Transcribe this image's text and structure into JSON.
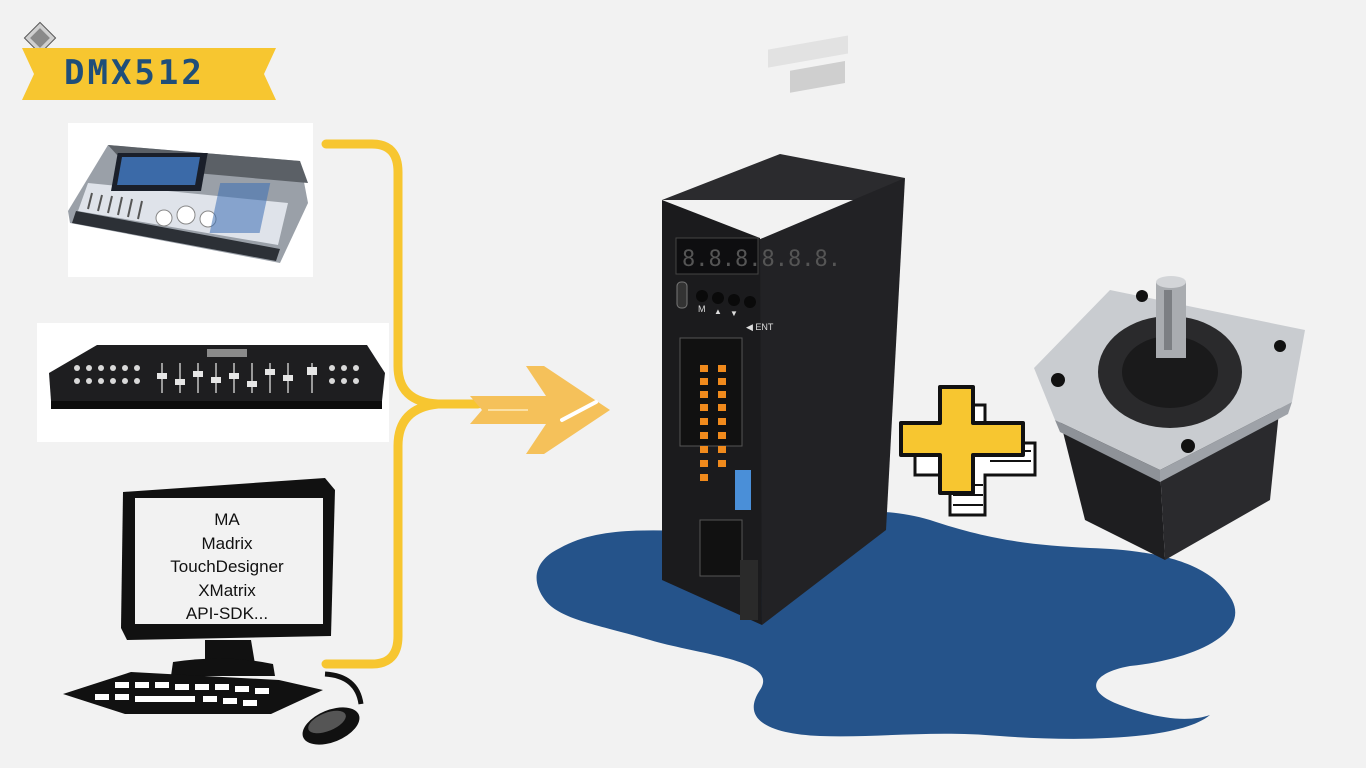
{
  "badge": {
    "label": "DMX512"
  },
  "sources": {
    "console": {
      "name": "lighting-console"
    },
    "controller": {
      "name": "dmx-controller"
    },
    "computer": {
      "software": [
        "MA",
        "Madrix",
        "TouchDesigner",
        "XMatrix",
        "API-SDK..."
      ]
    }
  },
  "driver": {
    "display": "8.8.8.8.8.8.",
    "buttons": [
      "M",
      "▲",
      "▼",
      "◀ ENT"
    ]
  },
  "colors": {
    "background": "#f2f2f2",
    "accent_yellow": "#f7c630",
    "arrow_orange": "#f5c15a",
    "badge_blue": "#1f4e79",
    "puddle_blue": "#25538a",
    "driver_black": "#1b1b1d",
    "terminal_orange": "#f08a1c"
  }
}
